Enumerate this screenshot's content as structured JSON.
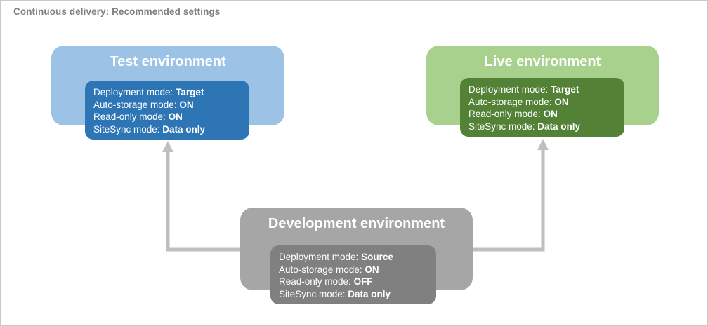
{
  "diagram": {
    "title": "Continuous delivery: Recommended settings",
    "title_color": "#808080",
    "background": "#ffffff",
    "border_color": "#c8c8c8",
    "connector_color": "#bfbfbf",
    "field_labels": {
      "deployment": "Deployment mode:",
      "auto_storage": "Auto-storage mode:",
      "read_only": "Read-only mode:",
      "sitesync": "SiteSync mode:"
    },
    "environments": [
      {
        "id": "test",
        "title": "Test environment",
        "card_color": "#9cc3e5",
        "panel_color": "#2e75b6",
        "settings": {
          "deployment_label": "Deployment mode:",
          "deployment_value": "Target",
          "auto_storage_label": "Auto-storage mode:",
          "auto_storage_value": "ON",
          "read_only_label": "Read-only mode:",
          "read_only_value": "ON",
          "sitesync_label": "SiteSync mode:",
          "sitesync_value": "Data only"
        }
      },
      {
        "id": "live",
        "title": "Live environment",
        "card_color": "#a9d18e",
        "panel_color": "#538135",
        "settings": {
          "deployment_label": "Deployment mode:",
          "deployment_value": "Target",
          "auto_storage_label": "Auto-storage mode:",
          "auto_storage_value": "ON",
          "read_only_label": "Read-only mode:",
          "read_only_value": "ON",
          "sitesync_label": "SiteSync mode:",
          "sitesync_value": "Data only"
        }
      },
      {
        "id": "development",
        "title": "Development environment",
        "card_color": "#a6a6a6",
        "panel_color": "#808080",
        "settings": {
          "deployment_label": "Deployment mode:",
          "deployment_value": "Source",
          "auto_storage_label": "Auto-storage mode:",
          "auto_storage_value": "ON",
          "read_only_label": "Read-only mode:",
          "read_only_value": "OFF",
          "sitesync_label": "SiteSync mode:",
          "sitesync_value": "Data only"
        }
      }
    ],
    "flows": [
      {
        "from": "development",
        "to": "test"
      },
      {
        "from": "development",
        "to": "live"
      }
    ]
  }
}
